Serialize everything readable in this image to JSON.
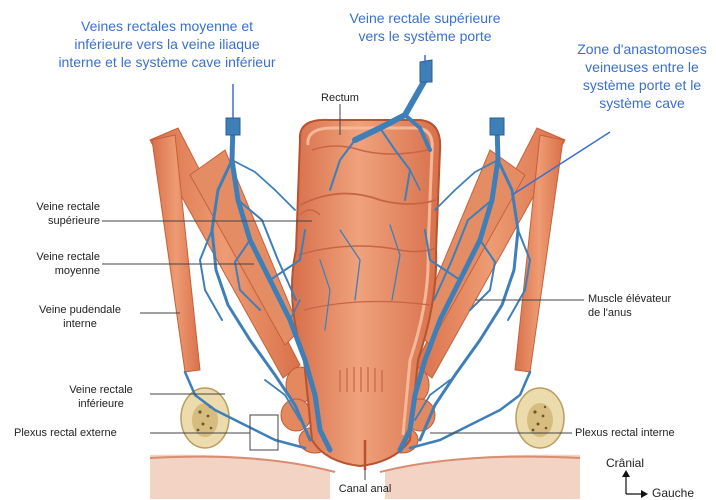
{
  "blue_labels": {
    "left": [
      "Veines rectales moyenne et",
      "inférieure vers la veine iliaque",
      "interne et le système cave inférieur"
    ],
    "center": [
      "Veine rectale supérieure",
      "vers le système porte"
    ],
    "right": [
      "Zone d'anastomoses",
      "veineuses entre le",
      "système porte et le",
      "système cave"
    ]
  },
  "labels": {
    "rectum": "Rectum",
    "veine_rectale_superieure": [
      "Veine rectale",
      "supérieure"
    ],
    "veine_rectale_moyenne": [
      "Veine rectale",
      "moyenne"
    ],
    "veine_pudendale_interne": [
      "Veine pudendale",
      "interne"
    ],
    "veine_rectale_inferieure": [
      "Veine rectale",
      "inférieure"
    ],
    "plexus_rectal_externe": "Plexus rectal externe",
    "plexus_rectal_interne": "Plexus rectal interne",
    "muscle_elevateur": [
      "Muscle élévateur",
      "de l'anus"
    ],
    "canal_anal": "Canal anal"
  },
  "orientation": {
    "cranial": "Crânial",
    "gauche": "Gauche"
  },
  "colors": {
    "blue_text": "#3a6fd0",
    "vein": "#3f7fb8",
    "vein_dark": "#2b5f95",
    "muscle": "#e58a5e",
    "rectum": "#e7906c",
    "skin": "#f1c7b4",
    "bone": "#ead9a8"
  }
}
